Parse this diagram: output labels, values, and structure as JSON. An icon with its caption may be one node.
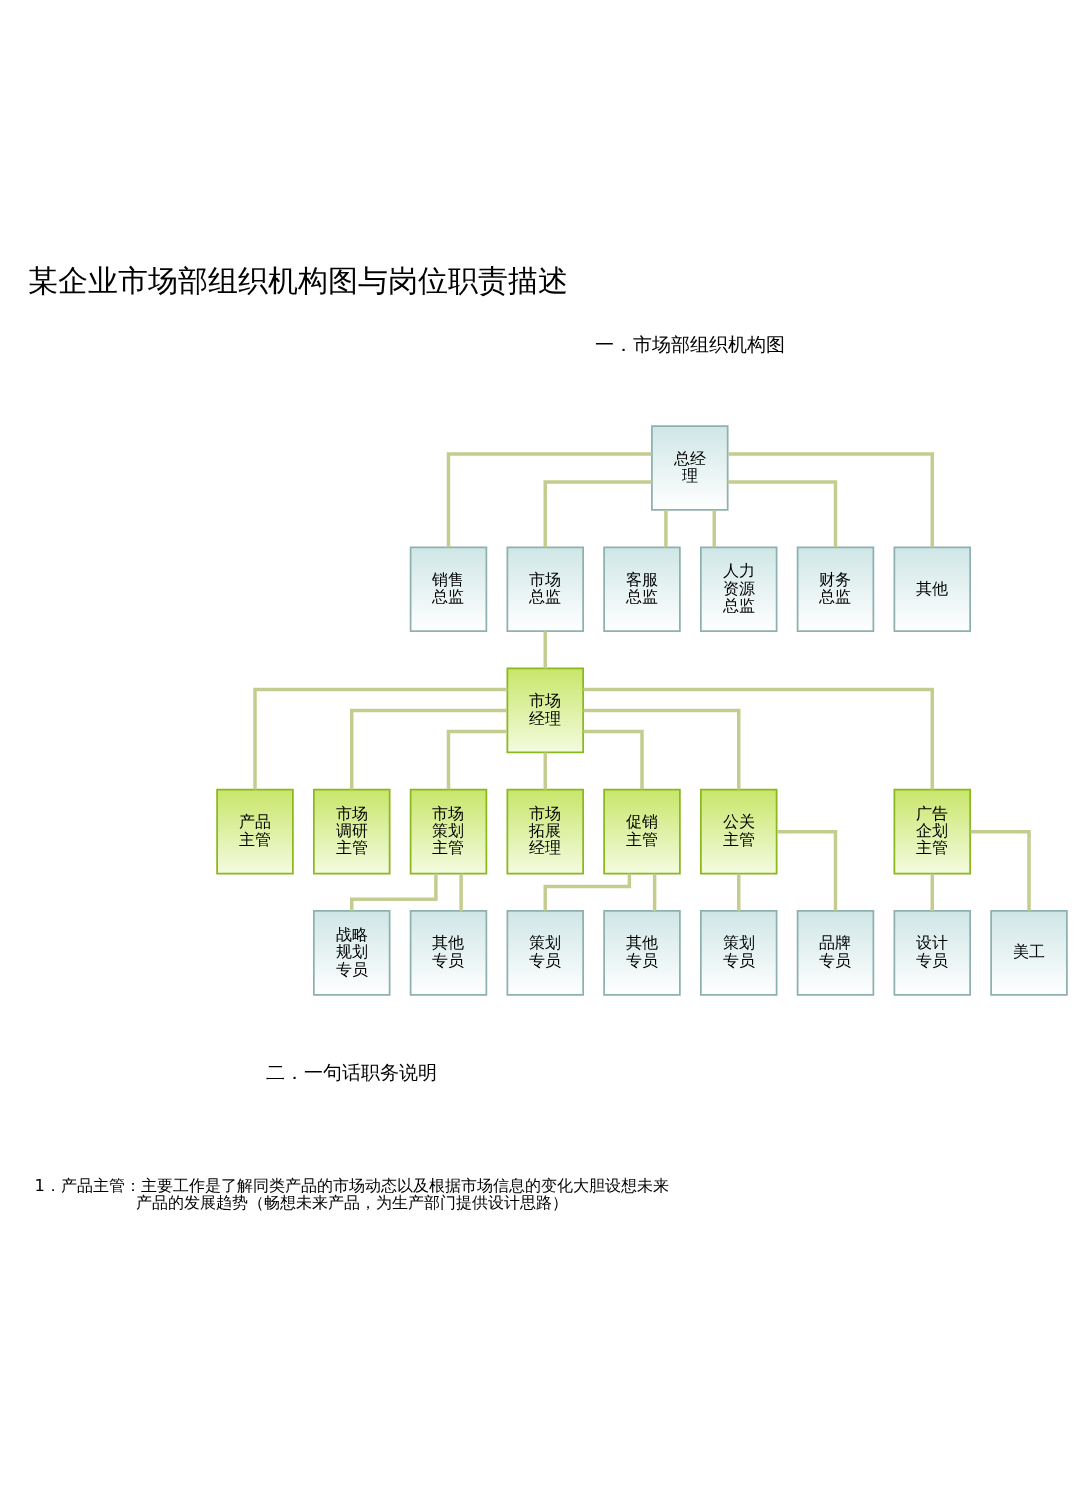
{
  "diagram": {
    "title": "某企业市场部组织机构图与岗位职责描述",
    "nodes": [
      {
        "text": [
          "总经理"
        ]
      },
      {
        "text": [
          "销售总监"
        ]
      },
      {
        "text": [
          "市场总监"
        ]
      },
      {
        "text": [
          "客服总监"
        ]
      },
      {
        "text": [
          "人力资源总监"
        ]
      },
      {
        "text": [
          "财务总监"
        ]
      },
      {
        "text": [
          "其他"
        ]
      },
      {
        "text": [
          "市场经理"
        ]
      },
      {
        "text": [
          "产品主管"
        ]
      },
      {
        "text": [
          "市场调研主管"
        ]
      },
      {
        "text": [
          "市场策划主管"
        ]
      },
      {
        "text": [
          "市场拓展经理"
        ]
      },
      {
        "text": [
          "促销主管"
        ]
      },
      {
        "text": [
          "公关主管"
        ]
      },
      {
        "text": [
          "广告企划主管"
        ]
      },
      {
        "text": [
          "战略规划专员"
        ]
      },
      {
        "text": [
          "其他专员"
        ]
      },
      {
        "text": [
          "策划专员"
        ]
      },
      {
        "text": [
          "其他专员"
        ]
      },
      {
        "text": [
          "策划专员"
        ]
      },
      {
        "text": [
          "品牌专员"
        ]
      },
      {
        "text": [
          "设计专员"
        ]
      },
      {
        "text": [
          "美工"
        ]
      }
    ],
    "edges": [
      {
        "from": 0,
        "to": 1,
        "arrow": "none"
      },
      {
        "from": 0,
        "to": 2,
        "arrow": "none"
      },
      {
        "from": 0,
        "to": 3,
        "arrow": "none"
      },
      {
        "from": 0,
        "to": 4,
        "arrow": "none"
      },
      {
        "from": 0,
        "to": 5,
        "arrow": "none"
      },
      {
        "from": 0,
        "to": 6,
        "arrow": "none"
      },
      {
        "from": 2,
        "to": 7,
        "arrow": "none"
      },
      {
        "from": 7,
        "to": 8,
        "arrow": "none"
      },
      {
        "from": 7,
        "to": 9,
        "arrow": "none"
      },
      {
        "from": 7,
        "to": 10,
        "arrow": "none"
      },
      {
        "from": 7,
        "to": 11,
        "arrow": "none"
      },
      {
        "from": 7,
        "to": 12,
        "arrow": "none"
      },
      {
        "from": 7,
        "to": 13,
        "arrow": "none"
      },
      {
        "from": 7,
        "to": 14,
        "arrow": "none"
      },
      {
        "from": 10,
        "to": 15,
        "arrow": "none"
      },
      {
        "from": 10,
        "to": 16,
        "arrow": "none"
      },
      {
        "from": 12,
        "to": 17,
        "arrow": "none"
      },
      {
        "from": 12,
        "to": 18,
        "arrow": "none"
      },
      {
        "from": 13,
        "to": 19,
        "arrow": "none"
      },
      {
        "from": 13,
        "to": 20,
        "arrow": "none"
      },
      {
        "from": 14,
        "to": 21,
        "arrow": "none"
      },
      {
        "from": 14,
        "to": 22,
        "arrow": "none"
      }
    ],
    "labels": [
      "一．市场部组织机构图",
      "二．一句话职务说明",
      "1．产品主管：主要工作是了解同类产品的市场动态以及根据市场信息的变化大胆设想未来产品的发展趋势（畅想未来产品，为生产部门提供设计思路）"
    ]
  }
}
